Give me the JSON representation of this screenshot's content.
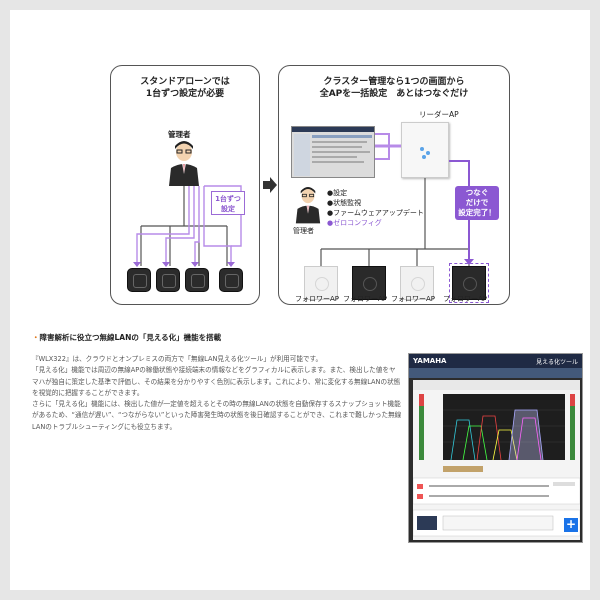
{
  "diagram": {
    "left_title_line1": "スタンドアローンでは",
    "left_title_line2": "1台ずつ設定が必要",
    "admin_label": "管理者",
    "left_badge_line1": "1台ずつ",
    "left_badge_line2": "設定",
    "right_title_line1": "クラスター管理なら1つの画面から",
    "right_title_line2": "全APを一括設定　あとはつなぐだけ",
    "leader_ap": "リーダーAP",
    "right_admin_label": "管理者",
    "features": [
      "●設定",
      "●状態監視",
      "●ファームウェアアップデート",
      "●ゼロコンフィグ"
    ],
    "done_badge": [
      "つなぐ",
      "だけで",
      "設定完了！"
    ],
    "followers": [
      "フォロワーAP",
      "フォロワーAP",
      "フォロワーAP",
      "フォロワーAP"
    ]
  },
  "section": {
    "bullet": "・",
    "heading": "障害解析に役立つ無線LANの「見える化」機能を搭載",
    "paragraphs": [
      "『WLX322』は、クラウドとオンプレミスの両方で「無線LAN見える化ツール」が利用可能です。",
      "「見える化」機能では周辺の無線APの稼働状態や接続端末の情報などをグラフィカルに表示します。また、検出した値をヤマハが独自に策定した基準で評価し、その結果を分かりやすく色別に表示します。これにより、常に変化する無線LANの状態を視覚的に把握することができます。",
      "さらに「見える化」機能には、検出した値が一定値を超えるとその時の無線LANの状態を自動保存するスナップショット機能があるため、“通信が遅い”、“つながらない”といった障害発生時の状態を後日確認することができ、これまで難しかった無線LANのトラブルシューティングにも役立ちます。"
    ]
  },
  "screenshot": {
    "logo": "YAMAHA",
    "app_title": "見える化ツール",
    "plus": "+"
  },
  "colors": {
    "accent_purple": "#8b58d2",
    "line_purple": "#b78be8",
    "orange_bullet": "#e07a1e"
  }
}
